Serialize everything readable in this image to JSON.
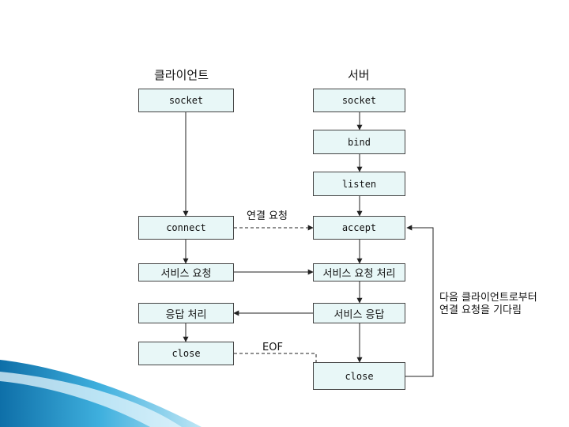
{
  "headers": {
    "client": "클라이언트",
    "server": "서버"
  },
  "client_steps": {
    "socket": "socket",
    "connect": "connect",
    "service_request": "서비스 요청",
    "response_handling": "응답 처리",
    "close": "close"
  },
  "server_steps": {
    "socket": "socket",
    "bind": "bind",
    "listen": "listen",
    "accept": "accept",
    "service_processing": "서비스 요청 처리",
    "service_response": "서비스 응답",
    "close": "close"
  },
  "edge_labels": {
    "connection_request": "연결 요청",
    "eof": "EOF"
  },
  "note": {
    "line1": "다음 클라이언트로부터",
    "line2": "연결 요청을 기다림"
  },
  "colors": {
    "box_fill": "#e8f7f7",
    "line": "#444444",
    "accent": "#1a8fc8"
  }
}
